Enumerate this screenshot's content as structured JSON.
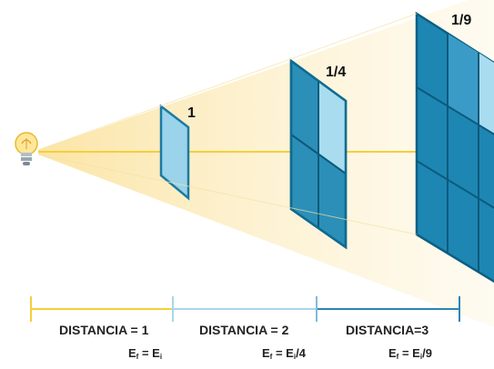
{
  "panels": [
    {
      "label": "1"
    },
    {
      "label": "1/4"
    },
    {
      "label": "1/9"
    }
  ],
  "distances": [
    {
      "label": "DISTANCIA = 1",
      "eq_left": "E",
      "eq_left_sub": "f",
      "eq_mid": " = E",
      "eq_right_sub": "i",
      "eq_tail": ""
    },
    {
      "label": "DISTANCIA = 2",
      "eq_left": "E",
      "eq_left_sub": "f",
      "eq_mid": " = E",
      "eq_right_sub": "i",
      "eq_tail": "/4"
    },
    {
      "label": "DISTANCIA=3",
      "eq_left": "E",
      "eq_left_sub": "f",
      "eq_mid": " = E",
      "eq_right_sub": "i",
      "eq_tail": "/9"
    }
  ],
  "colors": {
    "panel_fill": "#2c8fb8",
    "panel_light": "#a9dcef",
    "panel_dark": "#0e6b91",
    "grid_line": "#0b5a7c",
    "beam": "#fbe7a8",
    "axis_line": "#f4cf3a",
    "scale_line": "#a9d6ea"
  },
  "icons": {
    "source": "light-bulb-icon"
  }
}
